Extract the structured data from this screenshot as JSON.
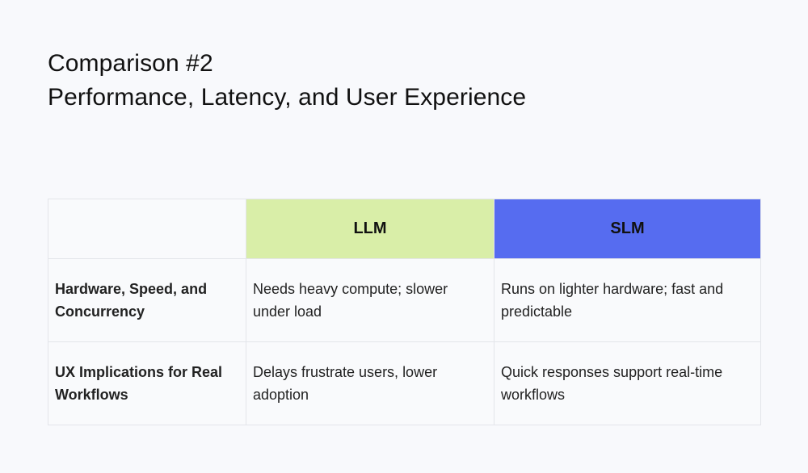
{
  "title": {
    "line1": "Comparison #2",
    "line2": "Performance, Latency, and User Experience"
  },
  "table": {
    "columns": [
      {
        "label": "",
        "color": "#f9fafc"
      },
      {
        "label": "LLM",
        "color": "#d9eea8"
      },
      {
        "label": "SLM",
        "color": "#566cf0"
      }
    ],
    "rows": [
      {
        "label": "Hardware, Speed, and Concurrency",
        "llm": "Needs heavy compute; slower under load",
        "slm": "Runs on lighter hardware; fast and predictable"
      },
      {
        "label": "UX Implications for Real Workflows",
        "llm": "Delays frustrate users, lower adoption",
        "slm": "Quick responses support real-time workflows"
      }
    ]
  }
}
